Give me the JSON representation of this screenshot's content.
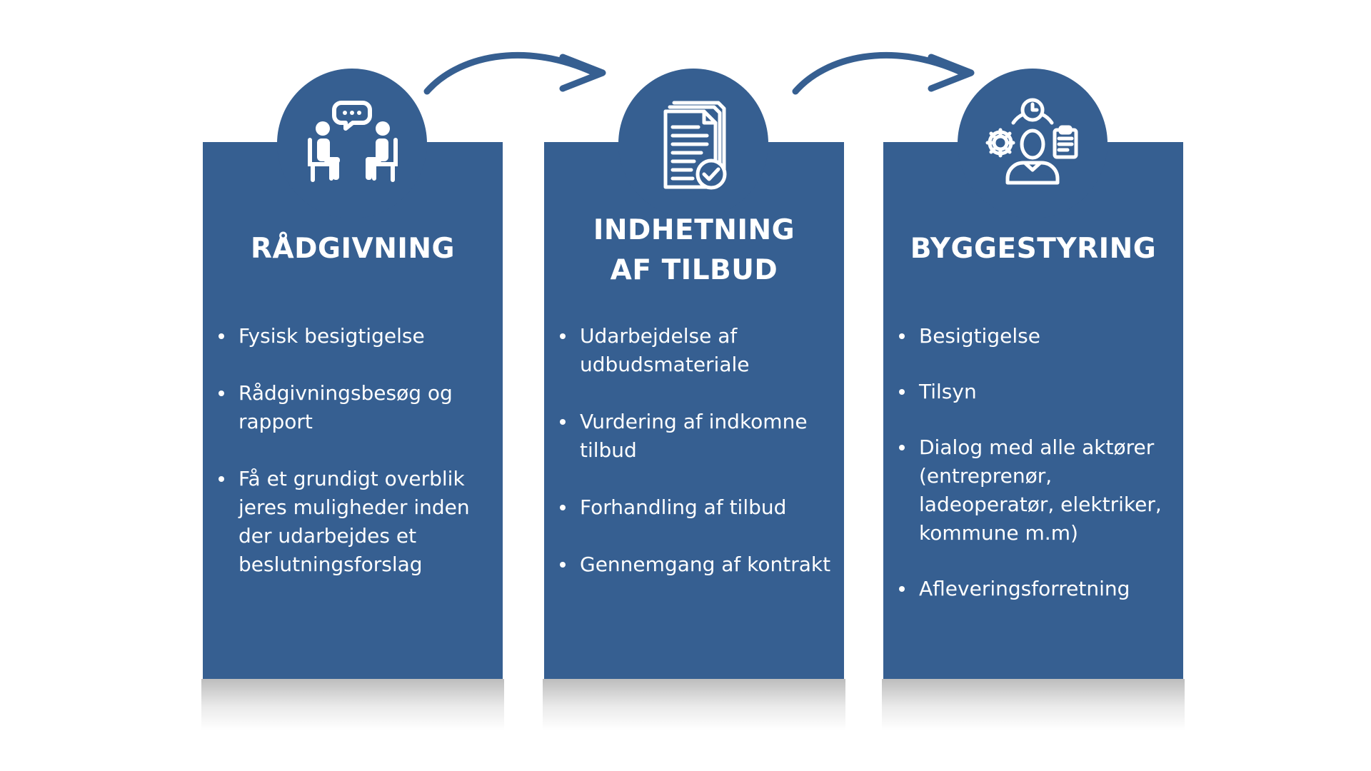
{
  "colors": {
    "card": "#365f91",
    "arrow": "#365f91",
    "text": "#ffffff",
    "background": "#ffffff"
  },
  "cards": [
    {
      "icon": "consultation-icon",
      "title_lines": [
        "RÅDGIVNING"
      ],
      "bullets": [
        "Fysisk besigtigelse",
        "Rådgivningsbesøg og rapport",
        "Få et grundigt overblik jeres muligheder inden der udarbejdes et beslutningsforslag"
      ]
    },
    {
      "icon": "document-check-icon",
      "title_lines": [
        "INDHETNING",
        "AF TILBUD"
      ],
      "bullets": [
        "Udarbejdelse af udbudsmateriale",
        "Vurdering af indkomne tilbud",
        "Forhandling af tilbud",
        "Gennemgang af kontrakt"
      ]
    },
    {
      "icon": "project-management-icon",
      "title_lines": [
        "BYGGESTYRING"
      ],
      "bullets": [
        "Besigtigelse",
        "Tilsyn",
        "Dialog med alle aktører (entreprenør, ladeoperatør, elektriker, kommune m.m)",
        "Afleveringsforretning"
      ]
    }
  ]
}
